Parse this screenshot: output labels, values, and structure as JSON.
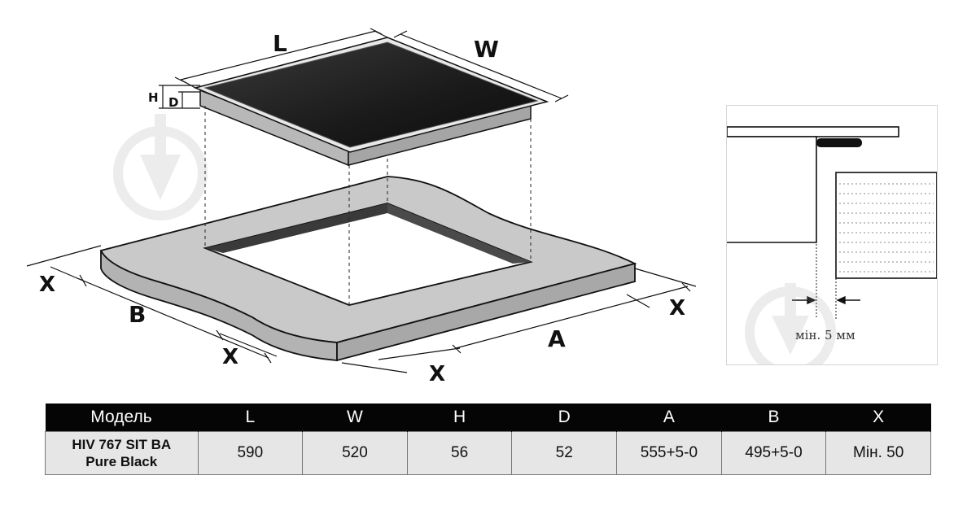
{
  "labels": {
    "L": "L",
    "W": "W",
    "H": "H",
    "D": "D",
    "A": "A",
    "B": "B",
    "X": "X"
  },
  "inset": {
    "note": "мін. 5 мм"
  },
  "table": {
    "headers": [
      "Модель",
      "L",
      "W",
      "H",
      "D",
      "A",
      "B",
      "X"
    ],
    "row": {
      "model_line1": "HIV 767 SIT BA",
      "model_line2": "Pure Black",
      "values": [
        "590",
        "520",
        "56",
        "52",
        "555+5-0",
        "495+5-0",
        "Мін. 50"
      ]
    }
  },
  "colors": {
    "hob_glass": "#1c1c1c",
    "countertop": "#c9c9c9",
    "table_header": "#050505",
    "table_cell": "#e6e6e6"
  }
}
